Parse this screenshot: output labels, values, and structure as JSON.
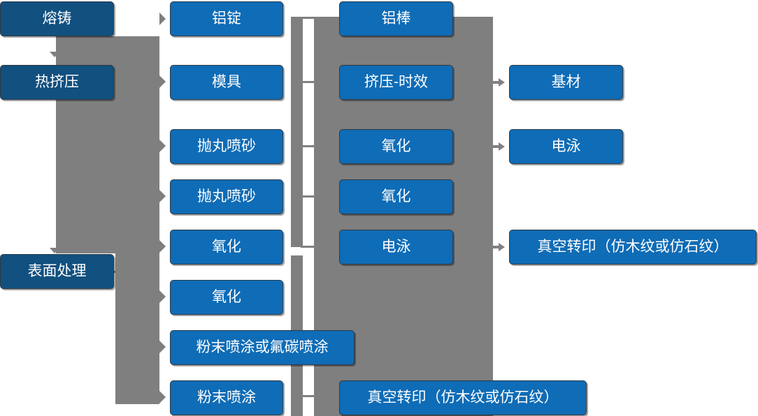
{
  "diagram": {
    "type": "flowchart",
    "title": "",
    "colors": {
      "stage_box": "#11507F",
      "process_box": "#0F6CB6",
      "connector": "#7F7F7F",
      "background": "#FFFFFF",
      "text": "#FFFFFF"
    },
    "columns": [
      {
        "name": "stages",
        "items": [
          {
            "label": "熔铸"
          },
          {
            "label": "热挤压"
          },
          {
            "label": "表面处理"
          }
        ]
      },
      {
        "name": "inputs",
        "items": [
          {
            "label": "铝锭"
          },
          {
            "label": "模具"
          },
          {
            "label": "抛丸喷砂"
          },
          {
            "label": "抛丸喷砂"
          },
          {
            "label": "氧化"
          },
          {
            "label": "氧化"
          },
          {
            "label": "粉末喷涂或氟碳喷涂"
          },
          {
            "label": "粉末喷涂"
          }
        ]
      },
      {
        "name": "processes",
        "items": [
          {
            "label": "铝棒"
          },
          {
            "label": "挤压-时效"
          },
          {
            "label": "氧化"
          },
          {
            "label": "氧化"
          },
          {
            "label": "电泳"
          },
          {
            "label": "真空转印（仿木纹或仿石纹）"
          }
        ]
      },
      {
        "name": "outputs",
        "items": [
          {
            "label": "基材"
          },
          {
            "label": "电泳"
          },
          {
            "label": "真空转印（仿木纹或仿石纹）"
          }
        ]
      }
    ]
  }
}
